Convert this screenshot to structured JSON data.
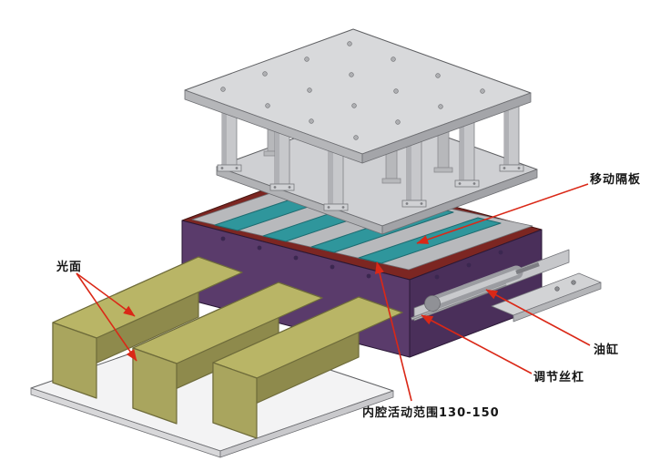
{
  "figure": {
    "type": "exploded CAD assembly diagram of adjustable mold box",
    "background": "#ffffff"
  },
  "labels": {
    "movable_partition": "移动隔板",
    "smooth_surface": "光面",
    "oil_cylinder": "油缸",
    "adjusting_screw": "调节丝杠",
    "cavity_range": "内腔活动范围130-150"
  },
  "colors": {
    "leader_red": "#da2817",
    "rim_maroon": "#7c2622",
    "box_purple": "#5a3b6b",
    "box_purple_dark": "#4a2f5a",
    "partition_teal": "#2f969c",
    "cavity_floor_gray": "#b8b9bc",
    "block_olive_top": "#b9b566",
    "block_olive_side": "#8e8a4c",
    "block_olive_end": "#a9a55e",
    "metal_gray": "#d8d9db"
  }
}
